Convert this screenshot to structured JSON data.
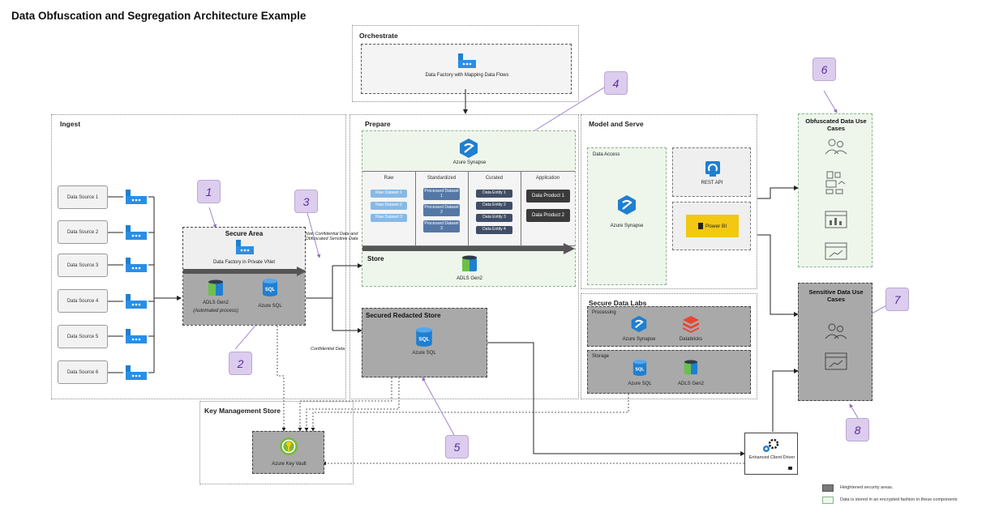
{
  "title": "Data Obfuscation and Segregation Architecture Example",
  "orchestrate": {
    "label": "Orchestrate",
    "item": "Data Factory with Mapping Data Flows",
    "icon": "data-factory-icon"
  },
  "ingest": {
    "label": "Ingest",
    "sources": [
      "Data Source 1",
      "Data Source 2",
      "Data Source 3",
      "Data Source 4",
      "Data Source 5",
      "Data Source 6"
    ],
    "secure_area": {
      "label": "Secure Area",
      "factory": "Data Factory in Private VNet",
      "adls": "ADLS Gen2",
      "adls_note": "(Automated process)",
      "sql": "Azure SQL"
    }
  },
  "prepare": {
    "label": "Prepare",
    "synapse": "Azure Synapse",
    "store_label": "Store",
    "store_item": "ADLS Gen2",
    "columns": [
      {
        "head": "Raw",
        "items": [
          "Raw Dataset 1",
          "Raw Dataset 2",
          "Raw Dataset 3"
        ]
      },
      {
        "head": "Standardized",
        "items": [
          "Processed Dataset 1",
          "Processed Dataset 2",
          "Processed Dataset 3"
        ]
      },
      {
        "head": "Curated",
        "items": [
          "Data Entity 1",
          "Data Entity 2",
          "Data Entity 3",
          "Data Entity 4"
        ]
      },
      {
        "head": "Application",
        "items": [
          "Data Product 1",
          "Data Product 2"
        ]
      }
    ]
  },
  "flow_labels": {
    "non_confidential": "Non Confidential Data and Obfuscated Sensitive Data",
    "confidential": "Confidential Data"
  },
  "redacted_store": {
    "label": "Secured Redacted Store",
    "item": "Azure SQL"
  },
  "model_serve": {
    "label": "Model and Serve",
    "data_access": "Data Access",
    "synapse": "Azure Synapse",
    "rest_api": "REST API",
    "power_bi": "Power BI"
  },
  "labs": {
    "label": "Secure Data Labs",
    "processing": "Processing",
    "synapse": "Azure Synapse",
    "databricks": "Databricks",
    "storage": "Storage",
    "sql": "Azure SQL",
    "adls": "ADLS Gen2"
  },
  "key_mgmt": {
    "label": "Key Management Store",
    "item": "Azure Key Vault"
  },
  "client_driver": {
    "label": "Enhanced Client Driver"
  },
  "obfuscated_use": {
    "label": "Obfuscated Data Use Cases"
  },
  "sensitive_use": {
    "label": "Sensitive Data Use Cases"
  },
  "markers": [
    "1",
    "2",
    "3",
    "4",
    "5",
    "6",
    "7",
    "8"
  ],
  "legend": {
    "heightened": "Heightened security areas.",
    "encrypted": "Data is stored in an encrypted fashion in these components"
  },
  "colors": {
    "gray_area": "#a9a9a9",
    "green_area": "#eef6ec",
    "marker_bg": "#dccdee",
    "marker_text": "#5a2ca0",
    "azure_blue": "#1f7fd0",
    "power_bi": "#f2c811",
    "databricks": "#e8452f",
    "key_vault": "#7bb83e"
  }
}
